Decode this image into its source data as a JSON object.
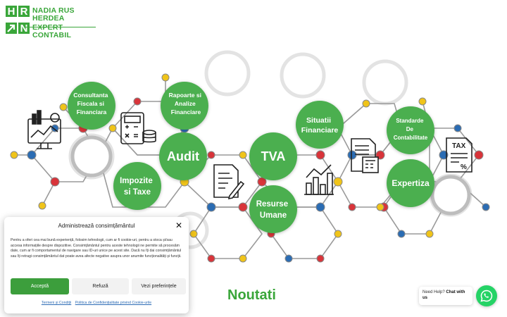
{
  "logo": {
    "letters": [
      "H",
      "R",
      "N"
    ],
    "line1": "NADIA RUS",
    "line2": "HERDEA",
    "line3": "EXPERT",
    "line4": "CONTABIL"
  },
  "hero": {
    "services": {
      "consultanta": [
        "Consultanta",
        "Fiscala si",
        "Financiara"
      ],
      "rapoarte": [
        "Rapoarte si",
        "Analize",
        "Financiare"
      ],
      "audit": [
        "Audit"
      ],
      "tva": [
        "TVA"
      ],
      "situatii": [
        "Situatii",
        "Financiare"
      ],
      "standarde": [
        "Standarde",
        "De",
        "Contabilitate"
      ],
      "impozite": [
        "Impozite",
        "si Taxe"
      ],
      "resurse": [
        "Resurse",
        "Umane"
      ],
      "expertiza": [
        "Expertiza"
      ]
    },
    "tax_icon_label": "TAX"
  },
  "consent": {
    "title": "Administrează consimțământul",
    "body": "Pentru a oferi cea mai bună experiență, folosim tehnologii, cum ar fi cookie-uri, pentru a stoca și/sau accesa informațiile despre dispozitive. Consimțământul pentru aceste tehnologii ne permite să procesăm date, cum ar fi comportamentul de navigare sau ID-uri unice pe acest site. Dacă nu îți dai consimțământul sau îți retragi consimțământul dat poate avea afecte negative asupra unor anumite funcționalități și funcții.",
    "accept_label": "Acceptă",
    "refuse_label": "Refuză",
    "prefs_label": "Vezi preferințele",
    "link_terms": "Termeni și Condiții",
    "link_policy": "Politica de Confidențialitate privind Cookie-urile"
  },
  "news_heading": "Noutati",
  "help": {
    "prefix": "Need Help?",
    "bold": "Chat with us"
  },
  "colors": {
    "brand_green": "#3aa63a",
    "circle_green": "#4caf50",
    "dot_red": "#d8343a",
    "dot_blue": "#2b6cb3",
    "dot_yellow": "#f0c419",
    "whatsapp": "#25d366"
  }
}
